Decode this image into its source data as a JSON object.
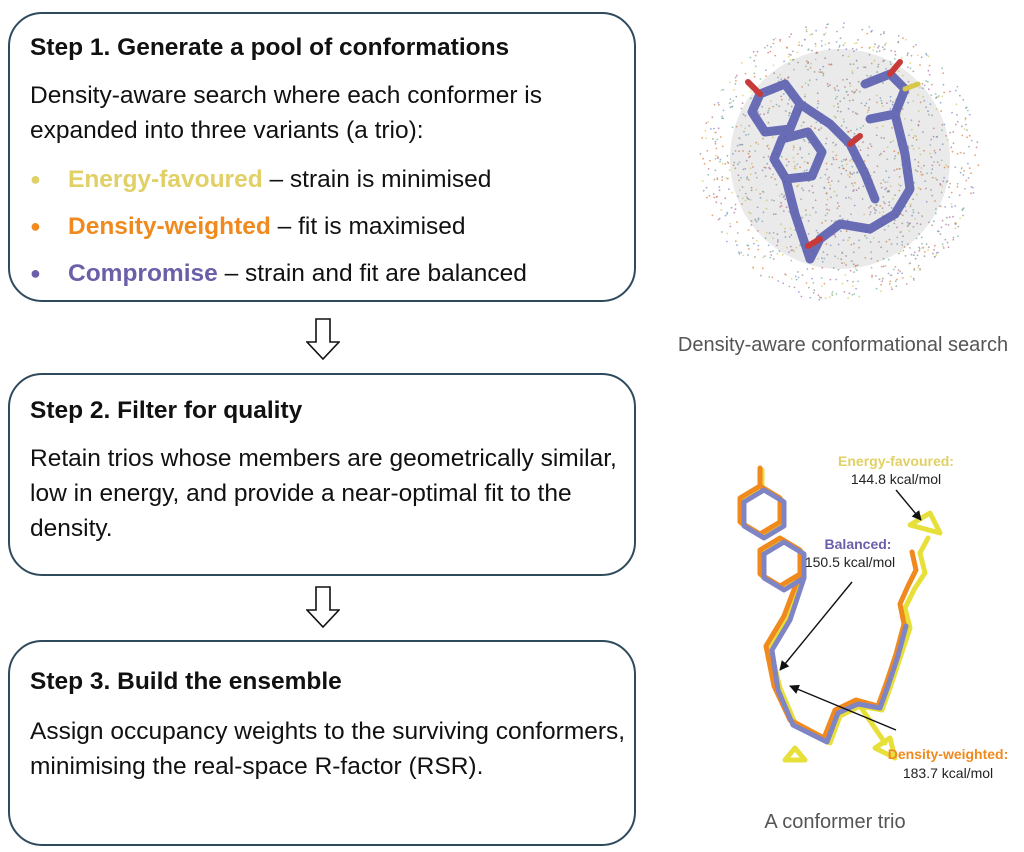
{
  "colors": {
    "energy": "#e0d065",
    "density": "#f08a1e",
    "compromise": "#6a5fa8",
    "box_border": "#2e4a5c",
    "caption": "#555555"
  },
  "step1": {
    "title": "Step 1. Generate a pool of conformations",
    "body": "Density-aware search where each conformer is expanded into three variants (a trio):",
    "bullets": [
      {
        "term": "Energy-favoured",
        "rest": " – strain is minimised"
      },
      {
        "term": "Density-weighted",
        "rest": " – fit is maximised"
      },
      {
        "term": "Compromise",
        "rest": " – strain and fit are balanced"
      }
    ]
  },
  "step2": {
    "title": "Step 2. Filter for quality",
    "body": "Retain trios whose members are geometrically similar, low in energy, and provide a near-optimal fit to the density."
  },
  "step3": {
    "title": "Step 3. Build the ensemble",
    "body": "Assign occupancy weights to the surviving conformers, minimising the real-space R-factor (RSR)."
  },
  "figures": {
    "density_caption": "Density-aware conformational search",
    "trio_caption": "A conformer trio",
    "annotations": {
      "energy_label": "Energy-favoured:",
      "energy_value": "144.8 kcal/mol",
      "balanced_label": "Balanced:",
      "balanced_value": "150.5 kcal/mol",
      "density_label": "Density-weighted:",
      "density_value": "183.7 kcal/mol"
    }
  }
}
